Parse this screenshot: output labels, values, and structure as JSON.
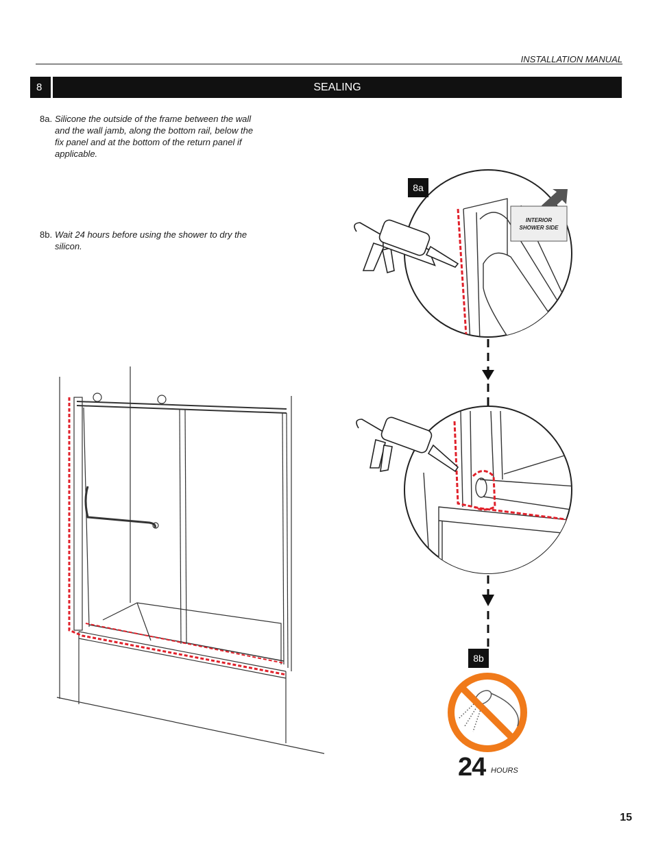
{
  "header": {
    "manual_title": "INSTALLATION MANUAL"
  },
  "section": {
    "number": "8",
    "title": "SEALING"
  },
  "steps": [
    {
      "label": "8a.",
      "text": "Silicone the outside of the frame between the wall and the wall jamb, along the bottom rail, below the fix panel and at the bottom of the return panel if applicable."
    },
    {
      "label": "8b.",
      "text": "Wait 24 hours before using the shower to dry the silicon."
    }
  ],
  "figures": {
    "tag_8a": "8a",
    "tag_8b": "8b",
    "interior_label_line1": "INTERIOR",
    "interior_label_line2": "SHOWER SIDE",
    "wait_number": "24",
    "wait_unit": "HOURS"
  },
  "colors": {
    "seal": "#e0202a",
    "warning": "#f07a1a",
    "ink": "#1a1a1a"
  },
  "icons": [
    "caulk-gun-icon",
    "no-shower-icon",
    "arrow-icon"
  ],
  "footer": {
    "page_number": "15"
  }
}
